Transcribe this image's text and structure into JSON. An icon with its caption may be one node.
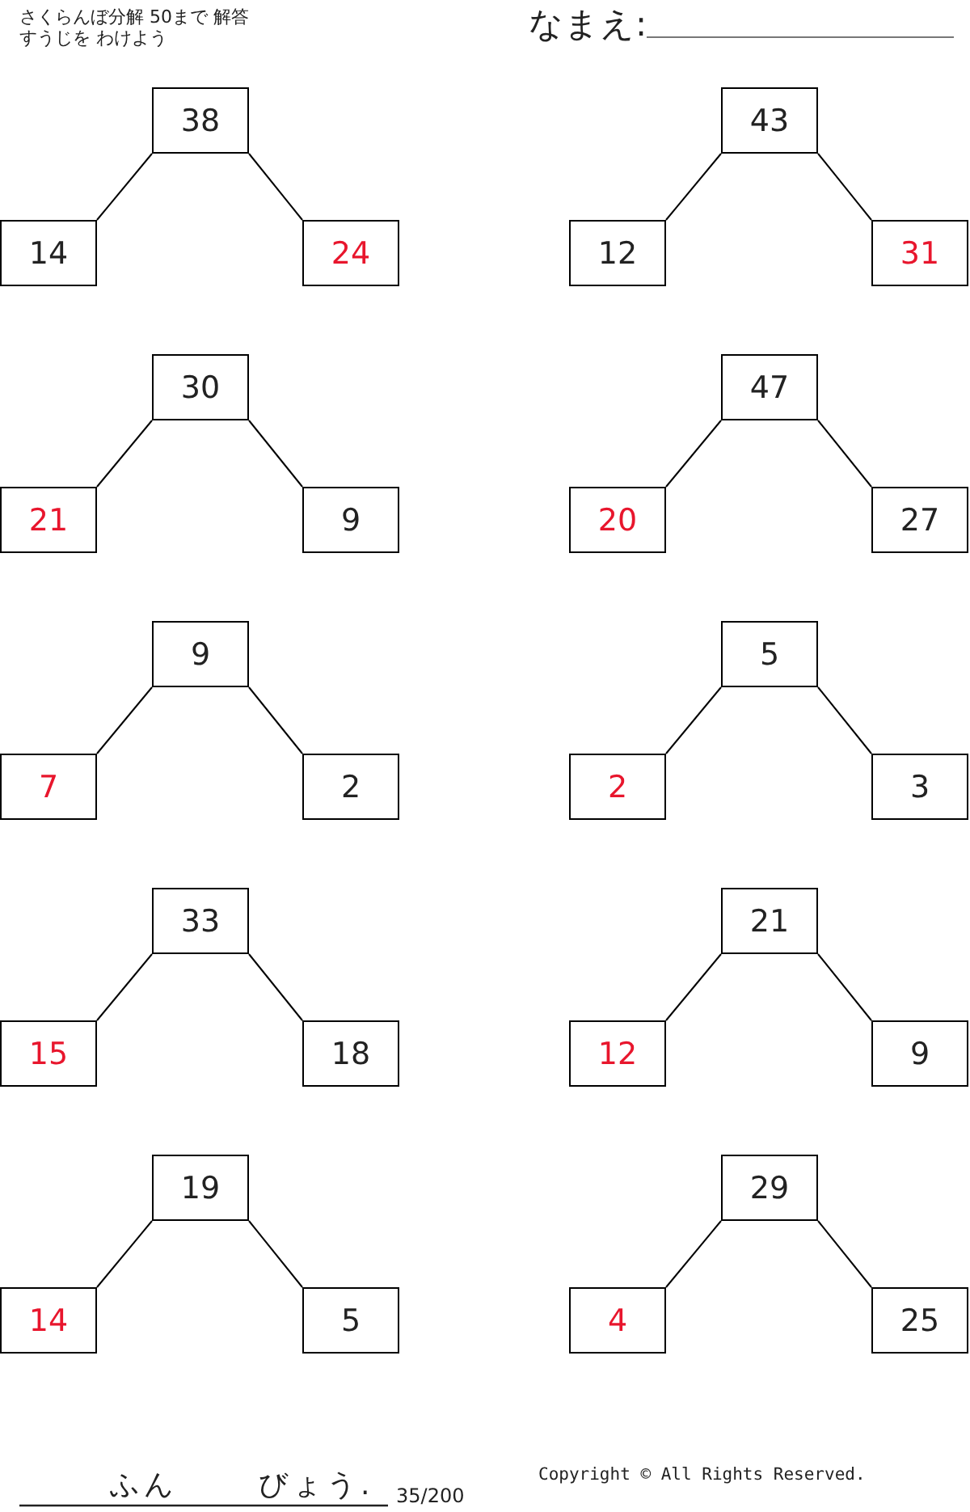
{
  "diagram": {
    "nodes": [
      {
        "text": [
          "38"
        ]
      },
      {
        "text": [
          "14"
        ]
      },
      {
        "text": [
          "24"
        ]
      },
      {
        "text": [
          "43"
        ]
      },
      {
        "text": [
          "12"
        ]
      },
      {
        "text": [
          "31"
        ]
      },
      {
        "text": [
          "30"
        ]
      },
      {
        "text": [
          "21"
        ]
      },
      {
        "text": [
          "9"
        ]
      },
      {
        "text": [
          "47"
        ]
      },
      {
        "text": [
          "20"
        ]
      },
      {
        "text": [
          "27"
        ]
      },
      {
        "text": [
          "9"
        ]
      },
      {
        "text": [
          "7"
        ]
      },
      {
        "text": [
          "2"
        ]
      },
      {
        "text": [
          "5"
        ]
      },
      {
        "text": [
          "2"
        ]
      },
      {
        "text": [
          "3"
        ]
      },
      {
        "text": [
          "33"
        ]
      },
      {
        "text": [
          "15"
        ]
      },
      {
        "text": [
          "18"
        ]
      },
      {
        "text": [
          "21"
        ]
      },
      {
        "text": [
          "12"
        ]
      },
      {
        "text": [
          "9"
        ]
      },
      {
        "text": [
          "19"
        ]
      },
      {
        "text": [
          "14"
        ]
      },
      {
        "text": [
          "5"
        ]
      },
      {
        "text": [
          "29"
        ]
      },
      {
        "text": [
          "4"
        ]
      },
      {
        "text": [
          "25"
        ]
      }
    ],
    "edges": [
      {
        "from": 0,
        "to": 1,
        "arrow": "none"
      },
      {
        "from": 0,
        "to": 2,
        "arrow": "none"
      },
      {
        "from": 3,
        "to": 4,
        "arrow": "none"
      },
      {
        "from": 3,
        "to": 5,
        "arrow": "none"
      },
      {
        "from": 6,
        "to": 7,
        "arrow": "none"
      },
      {
        "from": 6,
        "to": 8,
        "arrow": "none"
      },
      {
        "from": 9,
        "to": 10,
        "arrow": "none"
      },
      {
        "from": 9,
        "to": 11,
        "arrow": "none"
      },
      {
        "from": 12,
        "to": 13,
        "arrow": "none"
      },
      {
        "from": 12,
        "to": 14,
        "arrow": "none"
      },
      {
        "from": 15,
        "to": 16,
        "arrow": "none"
      },
      {
        "from": 15,
        "to": 17,
        "arrow": "none"
      },
      {
        "from": 18,
        "to": 19,
        "arrow": "none"
      },
      {
        "from": 18,
        "to": 20,
        "arrow": "none"
      },
      {
        "from": 21,
        "to": 22,
        "arrow": "none"
      },
      {
        "from": 21,
        "to": 23,
        "arrow": "none"
      },
      {
        "from": 24,
        "to": 25,
        "arrow": "none"
      },
      {
        "from": 24,
        "to": 26,
        "arrow": "none"
      },
      {
        "from": 27,
        "to": 28,
        "arrow": "none"
      },
      {
        "from": 27,
        "to": 29,
        "arrow": "none"
      }
    ],
    "labels": [
      "さくらんぼ分解 50まで 解答",
      "すうじを わけよう",
      "なまえ:",
      "ふん",
      "びょう.",
      "35/200",
      "Copyright © All Rights Reserved."
    ]
  }
}
